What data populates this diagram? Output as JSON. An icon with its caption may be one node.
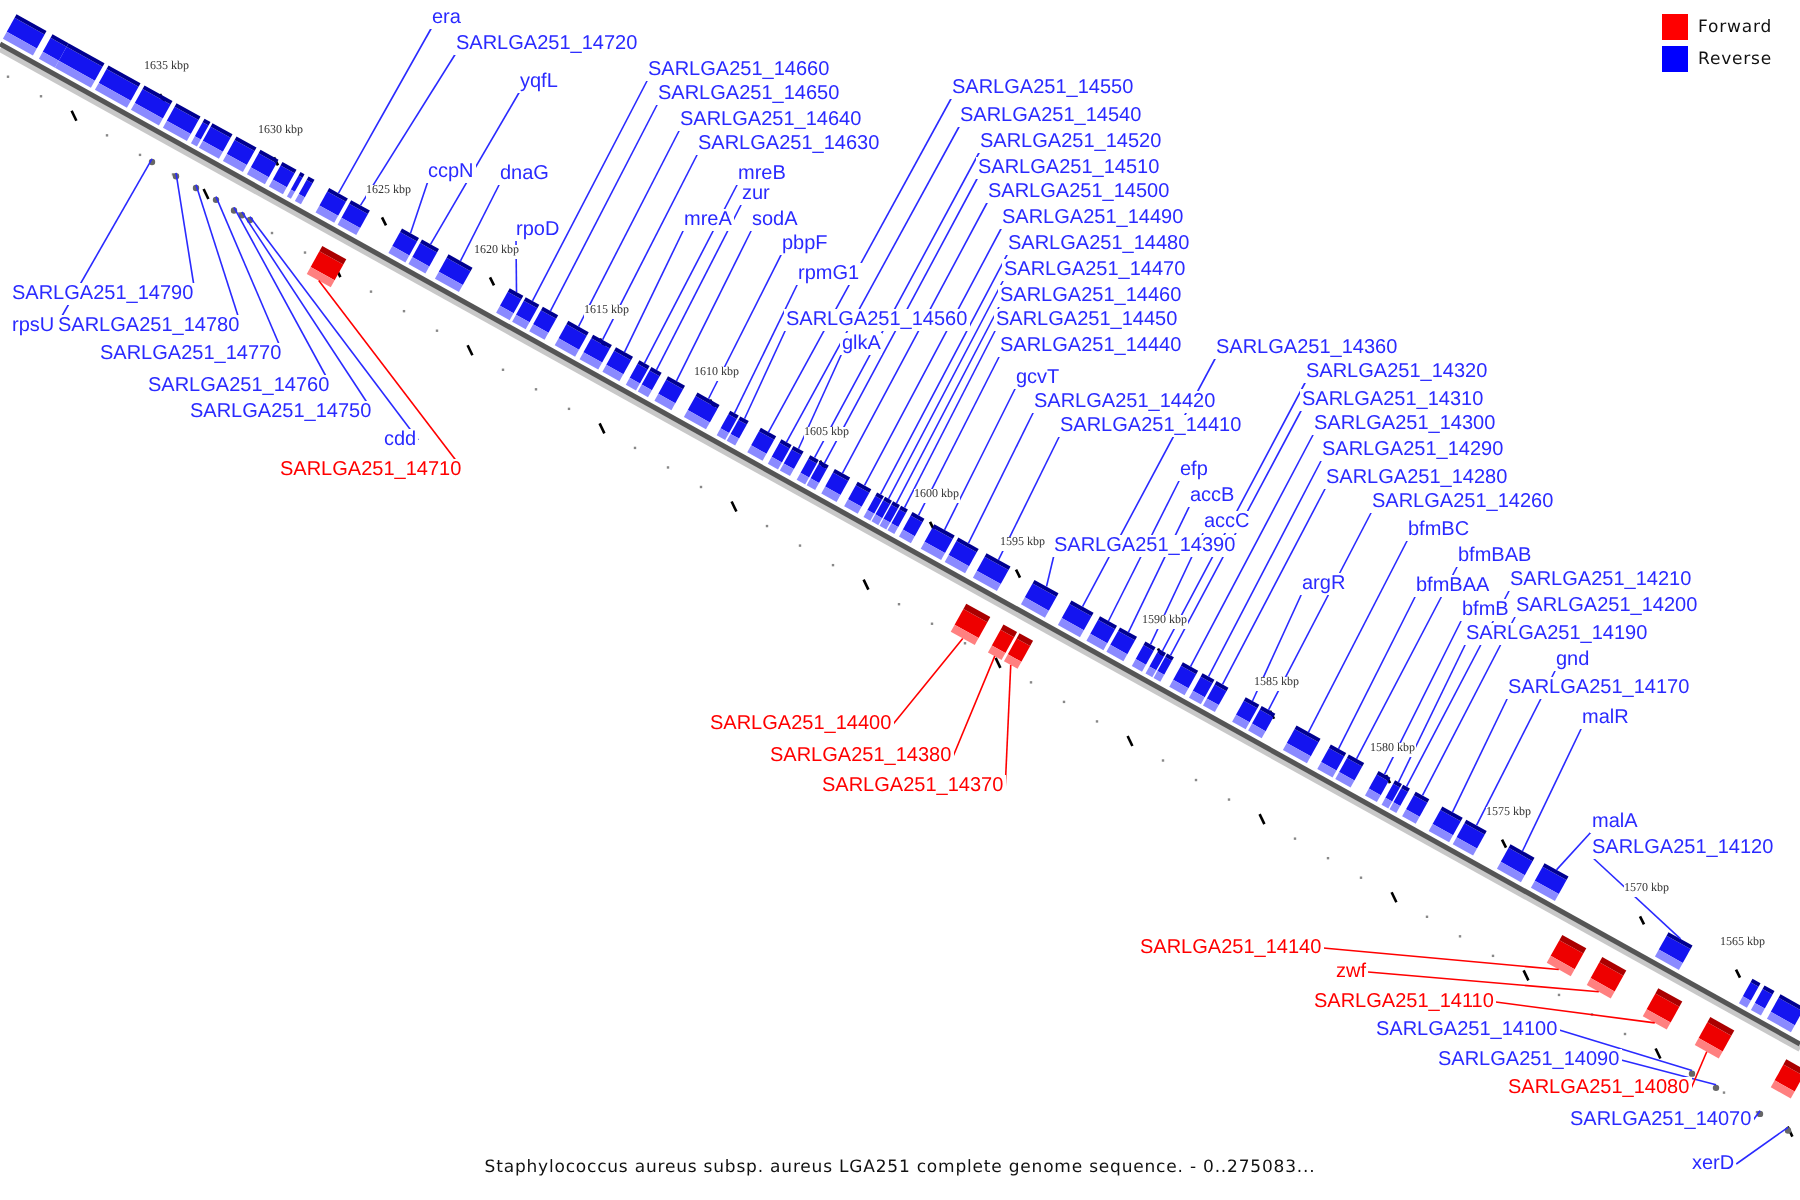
{
  "diagram": {
    "caption": "Staphylococcus aureus subsp. aureus LGA251 complete genome sequence. - 0..275083...",
    "nodes": [
      {
        "text": [
          "era"
        ]
      },
      {
        "text": [
          "SARLGA251_14720"
        ]
      },
      {
        "text": [
          "yqfL"
        ]
      },
      {
        "text": [
          "ccpN"
        ]
      },
      {
        "text": [
          "dnaG"
        ]
      },
      {
        "text": [
          "rpoD"
        ]
      },
      {
        "text": [
          "SARLGA251_14660"
        ]
      },
      {
        "text": [
          "SARLGA251_14650"
        ]
      },
      {
        "text": [
          "SARLGA251_14640"
        ]
      },
      {
        "text": [
          "SARLGA251_14630"
        ]
      },
      {
        "text": [
          "mreB"
        ]
      },
      {
        "text": [
          "zur"
        ]
      },
      {
        "text": [
          "mreA"
        ]
      },
      {
        "text": [
          "sodA"
        ]
      },
      {
        "text": [
          "pbpF"
        ]
      },
      {
        "text": [
          "rpmG1"
        ]
      },
      {
        "text": [
          "SARLGA251_14560"
        ]
      },
      {
        "text": [
          "glkA"
        ]
      },
      {
        "text": [
          "SARLGA251_14550"
        ]
      },
      {
        "text": [
          "SARLGA251_14540"
        ]
      },
      {
        "text": [
          "SARLGA251_14520"
        ]
      },
      {
        "text": [
          "SARLGA251_14510"
        ]
      },
      {
        "text": [
          "SARLGA251_14500"
        ]
      },
      {
        "text": [
          "SARLGA251_14490"
        ]
      },
      {
        "text": [
          "SARLGA251_14480"
        ]
      },
      {
        "text": [
          "SARLGA251_14470"
        ]
      },
      {
        "text": [
          "SARLGA251_14460"
        ]
      },
      {
        "text": [
          "SARLGA251_14450"
        ]
      },
      {
        "text": [
          "SARLGA251_14440"
        ]
      },
      {
        "text": [
          "gcvT"
        ]
      },
      {
        "text": [
          "SARLGA251_14420"
        ]
      },
      {
        "text": [
          "SARLGA251_14410"
        ]
      },
      {
        "text": [
          "SARLGA251_14360"
        ]
      },
      {
        "text": [
          "efp"
        ]
      },
      {
        "text": [
          "accB"
        ]
      },
      {
        "text": [
          "accC"
        ]
      },
      {
        "text": [
          "SARLGA251_14390"
        ]
      },
      {
        "text": [
          "SARLGA251_14320"
        ]
      },
      {
        "text": [
          "SARLGA251_14310"
        ]
      },
      {
        "text": [
          "SARLGA251_14300"
        ]
      },
      {
        "text": [
          "SARLGA251_14290"
        ]
      },
      {
        "text": [
          "SARLGA251_14280"
        ]
      },
      {
        "text": [
          "SARLGA251_14260"
        ]
      },
      {
        "text": [
          "argR"
        ]
      },
      {
        "text": [
          "bfmBC"
        ]
      },
      {
        "text": [
          "bfmBAB"
        ]
      },
      {
        "text": [
          "bfmBAA"
        ]
      },
      {
        "text": [
          "bfmB"
        ]
      },
      {
        "text": [
          "SARLGA251_14210"
        ]
      },
      {
        "text": [
          "SARLGA251_14200"
        ]
      },
      {
        "text": [
          "SARLGA251_14190"
        ]
      },
      {
        "text": [
          "gnd"
        ]
      },
      {
        "text": [
          "SARLGA251_14170"
        ]
      },
      {
        "text": [
          "malR"
        ]
      },
      {
        "text": [
          "malA"
        ]
      },
      {
        "text": [
          "SARLGA251_14120"
        ]
      },
      {
        "text": [
          "SARLGA251_14790"
        ]
      },
      {
        "text": [
          "rpsU"
        ]
      },
      {
        "text": [
          "SARLGA251_14780"
        ]
      },
      {
        "text": [
          "SARLGA251_14770"
        ]
      },
      {
        "text": [
          "SARLGA251_14760"
        ]
      },
      {
        "text": [
          "SARLGA251_14750"
        ]
      },
      {
        "text": [
          "cdd"
        ]
      },
      {
        "text": [
          "SARLGA251_14710"
        ]
      },
      {
        "text": [
          "SARLGA251_14400"
        ]
      },
      {
        "text": [
          "SARLGA251_14380"
        ]
      },
      {
        "text": [
          "SARLGA251_14370"
        ]
      },
      {
        "text": [
          "SARLGA251_14140"
        ]
      },
      {
        "text": [
          "zwf"
        ]
      },
      {
        "text": [
          "SARLGA251_14110"
        ]
      },
      {
        "text": [
          "SARLGA251_14100"
        ]
      },
      {
        "text": [
          "SARLGA251_14090"
        ]
      },
      {
        "text": [
          "SARLGA251_14080"
        ]
      },
      {
        "text": [
          "SARLGA251_14070"
        ]
      },
      {
        "text": [
          "xerD"
        ]
      },
      {
        "text": [],
        "shape": "box"
      },
      {
        "text": [],
        "shape": "box"
      },
      {
        "text": [],
        "shape": "box"
      },
      {
        "text": [],
        "shape": "box"
      },
      {
        "text": [],
        "shape": "box"
      },
      {
        "text": [],
        "shape": "box"
      },
      {
        "text": [],
        "shape": "box"
      },
      {
        "text": [],
        "shape": "box"
      },
      {
        "text": [],
        "shape": "box"
      },
      {
        "text": [],
        "shape": "box"
      },
      {
        "text": [],
        "shape": "box"
      },
      {
        "text": [],
        "shape": "box"
      },
      {
        "text": [],
        "shape": "box"
      },
      {
        "text": [],
        "shape": "box"
      },
      {
        "text": [],
        "shape": "box"
      },
      {
        "text": [],
        "shape": "box"
      },
      {
        "text": [],
        "shape": "box"
      },
      {
        "text": [],
        "shape": "box"
      },
      {
        "text": [],
        "shape": "box"
      },
      {
        "text": [],
        "shape": "box"
      },
      {
        "text": [],
        "shape": "box"
      },
      {
        "text": [],
        "shape": "box"
      },
      {
        "text": [],
        "shape": "box"
      },
      {
        "text": [],
        "shape": "box"
      },
      {
        "text": [],
        "shape": "box"
      },
      {
        "text": [],
        "shape": "box"
      },
      {
        "text": [],
        "shape": "box"
      },
      {
        "text": [],
        "shape": "box"
      },
      {
        "text": [],
        "shape": "box"
      },
      {
        "text": [],
        "shape": "box"
      },
      {
        "text": [],
        "shape": "box"
      },
      {
        "text": [],
        "shape": "box"
      },
      {
        "text": [],
        "shape": "box"
      },
      {
        "text": [],
        "shape": "box"
      },
      {
        "text": [],
        "shape": "box"
      },
      {
        "text": [],
        "shape": "box"
      },
      {
        "text": [],
        "shape": "box"
      },
      {
        "text": [],
        "shape": "box"
      },
      {
        "text": [],
        "shape": "box"
      },
      {
        "text": [],
        "shape": "box"
      },
      {
        "text": [],
        "shape": "box"
      },
      {
        "text": [],
        "shape": "box"
      },
      {
        "text": [],
        "shape": "box"
      },
      {
        "text": [],
        "shape": "box"
      },
      {
        "text": [],
        "shape": "box"
      },
      {
        "text": [],
        "shape": "box"
      },
      {
        "text": [],
        "shape": "box"
      },
      {
        "text": [],
        "shape": "box"
      },
      {
        "text": [],
        "shape": "box"
      },
      {
        "text": [],
        "shape": "box"
      },
      {
        "text": [],
        "shape": "box"
      },
      {
        "text": [],
        "shape": "box"
      },
      {
        "text": [],
        "shape": "box"
      },
      {
        "text": [],
        "shape": "box"
      },
      {
        "text": [],
        "shape": "box"
      },
      {
        "text": [],
        "shape": "box"
      },
      {
        "text": [],
        "shape": "circle"
      },
      {
        "text": [],
        "shape": "circle"
      },
      {
        "text": [],
        "shape": "circle"
      },
      {
        "text": [],
        "shape": "circle"
      },
      {
        "text": [],
        "shape": "circle"
      },
      {
        "text": [],
        "shape": "circle"
      },
      {
        "text": [],
        "shape": "circle"
      },
      {
        "text": [],
        "shape": "box"
      },
      {
        "text": [],
        "shape": "box"
      },
      {
        "text": [],
        "shape": "box"
      },
      {
        "text": [],
        "shape": "box"
      },
      {
        "text": [],
        "shape": "box"
      },
      {
        "text": [],
        "shape": "box"
      },
      {
        "text": [],
        "shape": "box"
      },
      {
        "text": [],
        "shape": "circle"
      },
      {
        "text": [],
        "shape": "circle"
      },
      {
        "text": [],
        "shape": "box"
      },
      {
        "text": [],
        "shape": "circle"
      },
      {
        "text": [],
        "shape": "circle"
      },
      {
        "text": [],
        "shape": "box"
      },
      {
        "text": [],
        "shape": "box"
      },
      {
        "text": [],
        "shape": "box"
      },
      {
        "text": [],
        "shape": "box"
      },
      {
        "text": [],
        "shape": "box"
      },
      {
        "text": [],
        "shape": "box"
      },
      {
        "text": [],
        "shape": "box"
      },
      {
        "text": [],
        "shape": "box"
      },
      {
        "text": [],
        "shape": "box"
      },
      {
        "text": [],
        "shape": "box"
      },
      {
        "text": [],
        "shape": "box"
      },
      {
        "text": [],
        "shape": "box"
      },
      {
        "text": [],
        "shape": "box"
      },
      {
        "text": [],
        "shape": "box"
      },
      {
        "text": [],
        "shape": "box"
      },
      {
        "text": [],
        "shape": "box"
      },
      {
        "text": [],
        "shape": "box"
      }
    ],
    "edges": [
      {
        "from": 0,
        "to": 75,
        "arrow": "none"
      },
      {
        "from": 1,
        "to": 76,
        "arrow": "none"
      },
      {
        "from": 2,
        "to": 77,
        "arrow": "none"
      },
      {
        "from": 3,
        "to": 78,
        "arrow": "none"
      },
      {
        "from": 4,
        "to": 79,
        "arrow": "none"
      },
      {
        "from": 5,
        "to": 80,
        "arrow": "none"
      },
      {
        "from": 6,
        "to": 81,
        "arrow": "none"
      },
      {
        "from": 7,
        "to": 82,
        "arrow": "none"
      },
      {
        "from": 8,
        "to": 83,
        "arrow": "none"
      },
      {
        "from": 9,
        "to": 84,
        "arrow": "none"
      },
      {
        "from": 10,
        "to": 85,
        "arrow": "none"
      },
      {
        "from": 11,
        "to": 86,
        "arrow": "none"
      },
      {
        "from": 12,
        "to": 87,
        "arrow": "none"
      },
      {
        "from": 13,
        "to": 88,
        "arrow": "none"
      },
      {
        "from": 14,
        "to": 89,
        "arrow": "none"
      },
      {
        "from": 15,
        "to": 90,
        "arrow": "none"
      },
      {
        "from": 16,
        "to": 91,
        "arrow": "none"
      },
      {
        "from": 17,
        "to": 92,
        "arrow": "none"
      },
      {
        "from": 18,
        "to": 93,
        "arrow": "none"
      },
      {
        "from": 19,
        "to": 94,
        "arrow": "none"
      },
      {
        "from": 20,
        "to": 95,
        "arrow": "none"
      },
      {
        "from": 21,
        "to": 96,
        "arrow": "none"
      },
      {
        "from": 22,
        "to": 97,
        "arrow": "none"
      },
      {
        "from": 23,
        "to": 98,
        "arrow": "none"
      },
      {
        "from": 24,
        "to": 99,
        "arrow": "none"
      },
      {
        "from": 25,
        "to": 100,
        "arrow": "none"
      },
      {
        "from": 26,
        "to": 101,
        "arrow": "none"
      },
      {
        "from": 27,
        "to": 102,
        "arrow": "none"
      },
      {
        "from": 28,
        "to": 103,
        "arrow": "none"
      },
      {
        "from": 29,
        "to": 104,
        "arrow": "none"
      },
      {
        "from": 30,
        "to": 105,
        "arrow": "none"
      },
      {
        "from": 31,
        "to": 106,
        "arrow": "none"
      },
      {
        "from": 32,
        "to": 107,
        "arrow": "none"
      },
      {
        "from": 33,
        "to": 108,
        "arrow": "none"
      },
      {
        "from": 34,
        "to": 109,
        "arrow": "none"
      },
      {
        "from": 35,
        "to": 110,
        "arrow": "none"
      },
      {
        "from": 36,
        "to": 111,
        "arrow": "none"
      },
      {
        "from": 37,
        "to": 112,
        "arrow": "none"
      },
      {
        "from": 38,
        "to": 113,
        "arrow": "none"
      },
      {
        "from": 39,
        "to": 114,
        "arrow": "none"
      },
      {
        "from": 40,
        "to": 115,
        "arrow": "none"
      },
      {
        "from": 41,
        "to": 116,
        "arrow": "none"
      },
      {
        "from": 42,
        "to": 117,
        "arrow": "none"
      },
      {
        "from": 43,
        "to": 118,
        "arrow": "none"
      },
      {
        "from": 44,
        "to": 119,
        "arrow": "none"
      },
      {
        "from": 45,
        "to": 120,
        "arrow": "none"
      },
      {
        "from": 46,
        "to": 121,
        "arrow": "none"
      },
      {
        "from": 47,
        "to": 122,
        "arrow": "none"
      },
      {
        "from": 48,
        "to": 123,
        "arrow": "none"
      },
      {
        "from": 49,
        "to": 124,
        "arrow": "none"
      },
      {
        "from": 50,
        "to": 125,
        "arrow": "none"
      },
      {
        "from": 51,
        "to": 126,
        "arrow": "none"
      },
      {
        "from": 52,
        "to": 127,
        "arrow": "none"
      },
      {
        "from": 53,
        "to": 128,
        "arrow": "none"
      },
      {
        "from": 54,
        "to": 129,
        "arrow": "none"
      },
      {
        "from": 55,
        "to": 130,
        "arrow": "none"
      },
      {
        "from": 56,
        "to": 131,
        "arrow": "none"
      },
      {
        "from": 57,
        "to": 132,
        "arrow": "none"
      },
      {
        "from": 58,
        "to": 133,
        "arrow": "none"
      },
      {
        "from": 59,
        "to": 134,
        "arrow": "none"
      },
      {
        "from": 60,
        "to": 135,
        "arrow": "none"
      },
      {
        "from": 61,
        "to": 136,
        "arrow": "none"
      },
      {
        "from": 62,
        "to": 137,
        "arrow": "none"
      },
      {
        "from": 63,
        "to": 138,
        "arrow": "none",
        "color": "#ff0000"
      },
      {
        "from": 64,
        "to": 139,
        "arrow": "none",
        "color": "#ff0000"
      },
      {
        "from": 65,
        "to": 140,
        "arrow": "none",
        "color": "#ff0000"
      },
      {
        "from": 66,
        "to": 141,
        "arrow": "none",
        "color": "#ff0000"
      },
      {
        "from": 67,
        "to": 142,
        "arrow": "none",
        "color": "#ff0000"
      },
      {
        "from": 68,
        "to": 143,
        "arrow": "none",
        "color": "#ff0000"
      },
      {
        "from": 69,
        "to": 144,
        "arrow": "none",
        "color": "#ff0000"
      },
      {
        "from": 70,
        "to": 145,
        "arrow": "none"
      },
      {
        "from": 71,
        "to": 146,
        "arrow": "none"
      },
      {
        "from": 72,
        "to": 147,
        "arrow": "none",
        "color": "#ff0000"
      },
      {
        "from": 73,
        "to": 148,
        "arrow": "none"
      },
      {
        "from": 74,
        "to": 149,
        "arrow": "none"
      }
    ],
    "labels": [
      "1635 kbp",
      "1630 kbp",
      "1625 kbp",
      "1620 kbp",
      "1615 kbp",
      "1610 kbp",
      "1605 kbp",
      "1600 kbp",
      "1595 kbp",
      "1590 kbp",
      "1585 kbp",
      "1580 kbp",
      "1575 kbp",
      "1570 kbp",
      "1565 kbp"
    ],
    "legend": [
      {
        "text": "Forward",
        "color": "#ff0000"
      },
      {
        "text": "Reverse",
        "color": "#0000ff"
      }
    ]
  }
}
